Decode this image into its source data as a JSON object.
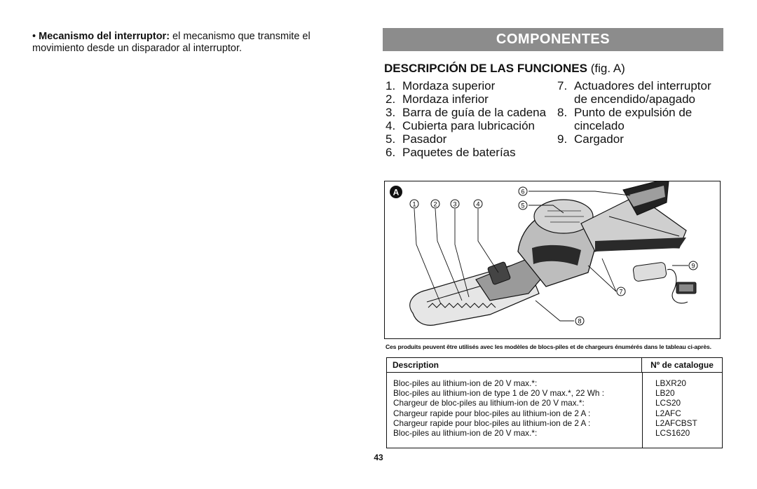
{
  "left_column": {
    "bullet_marker": "•",
    "bullet_term": "Mecanismo del interruptor:",
    "bullet_text_line1": " el mecanismo que transmite el",
    "bullet_text_line2": "movimiento desde un disparador al interruptor."
  },
  "right_column": {
    "banner_title": "COMPONENTES",
    "section_heading": "DESCRIPCIÓN DE LAS FUNCIONES",
    "section_heading_ref": " (fig. A)",
    "features_left": [
      {
        "num": "1.",
        "text": "Mordaza superior"
      },
      {
        "num": "2.",
        "text": "Mordaza inferior"
      },
      {
        "num": "3.",
        "text": "Barra de guía de la cadena"
      },
      {
        "num": "4.",
        "text": "Cubierta para lubricación"
      },
      {
        "num": "5.",
        "text": "Pasador"
      },
      {
        "num": "6.",
        "text": "Paquetes de baterías"
      }
    ],
    "features_right": [
      {
        "num": "7.",
        "text": "Actuadores del interruptor"
      },
      {
        "num": "",
        "text": "de encendido/apagado"
      },
      {
        "num": "8.",
        "text": "Punto de expulsión de"
      },
      {
        "num": "",
        "text": "cincelado"
      },
      {
        "num": "9.",
        "text": "Cargador"
      }
    ]
  },
  "figure": {
    "label": "A",
    "callouts": [
      "1",
      "2",
      "3",
      "4",
      "5",
      "6",
      "7",
      "8",
      "9"
    ],
    "colors": {
      "line": "#111111",
      "tool_gray": "#bdbdbd",
      "tool_dark": "#2a2a2a",
      "callout_fill": "#ffffff"
    }
  },
  "compat_note": "Ces produits peuvent être utilisés avec les modèles de blocs-piles et de chargeurs énumérés dans le tableau ci-après.",
  "compat_table": {
    "headers": {
      "description": "Description",
      "catalog": "Nº de catalogue"
    },
    "rows": [
      {
        "description": "Bloc-piles au lithium-ion de 20 V max.*:",
        "catalog": "LBXR20"
      },
      {
        "description": "Bloc-piles au lithium-ion de type 1 de 20 V max.*, 22 Wh :",
        "catalog": "LB20"
      },
      {
        "description": "Chargeur de bloc-piles au lithium-ion de 20 V max.*:",
        "catalog": "LCS20"
      },
      {
        "description": "Chargeur rapide pour bloc-piles au lithium-ion de 2 A :",
        "catalog": "L2AFC"
      },
      {
        "description": "Chargeur rapide pour bloc-piles au lithium-ion de 2 A :",
        "catalog": "L2AFCBST"
      },
      {
        "description": "Bloc-piles au lithium-ion de 20 V max.*:",
        "catalog": "LCS1620"
      }
    ]
  },
  "page_number": "43"
}
